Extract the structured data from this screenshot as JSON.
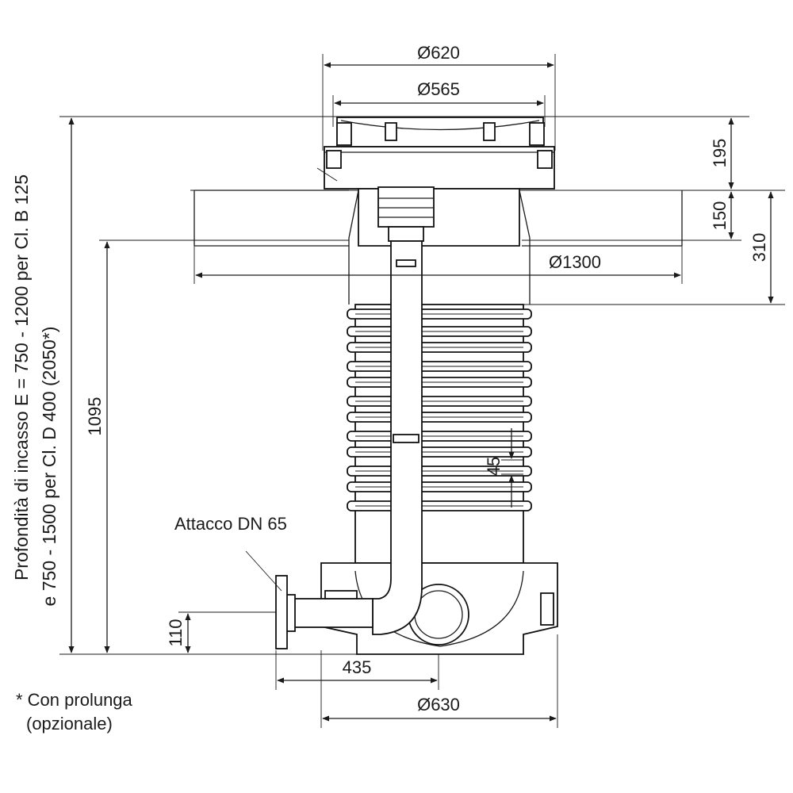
{
  "diagram": {
    "dimensions": {
      "d620": "Ø620",
      "d565": "Ø565",
      "d1300": "Ø1300",
      "d630": "Ø630",
      "h195": "195",
      "h150": "150",
      "h310": "310",
      "h1095": "1095",
      "h45": "45",
      "h110": "110",
      "w435": "435"
    },
    "labels": {
      "connection": "Attacco DN 65",
      "footnote_line1": "* Con prolunga",
      "footnote_line2": "(opzionale)",
      "side_line1": "Profondità di incasso E = 750 - 1200 per Cl. B 125",
      "side_line2": "e 750 - 1500 per Cl. D 400 (2050*)"
    }
  }
}
